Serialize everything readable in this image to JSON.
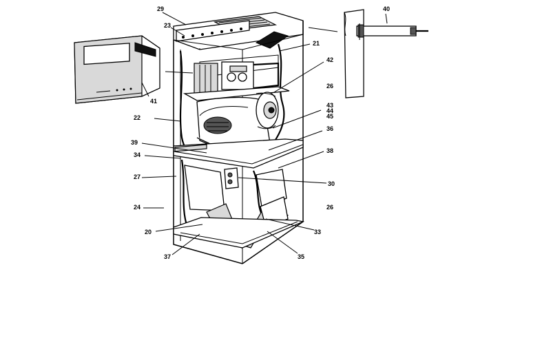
{
  "diagram": {
    "part_labels": [
      {
        "id": "n29",
        "text": "29"
      },
      {
        "id": "n23",
        "text": "23"
      },
      {
        "id": "n21",
        "text": "21"
      },
      {
        "id": "n42",
        "text": "42"
      },
      {
        "id": "n26a",
        "text": "26"
      },
      {
        "id": "n43",
        "text": "43"
      },
      {
        "id": "n44",
        "text": "44"
      },
      {
        "id": "n45",
        "text": "45"
      },
      {
        "id": "n36",
        "text": "36"
      },
      {
        "id": "n22",
        "text": "22"
      },
      {
        "id": "n39",
        "text": "39"
      },
      {
        "id": "n34",
        "text": "34"
      },
      {
        "id": "n38",
        "text": "38"
      },
      {
        "id": "n27",
        "text": "27"
      },
      {
        "id": "n30",
        "text": "30"
      },
      {
        "id": "n24",
        "text": "24"
      },
      {
        "id": "n26b",
        "text": "26"
      },
      {
        "id": "n20",
        "text": "20"
      },
      {
        "id": "n33",
        "text": "33"
      },
      {
        "id": "n37",
        "text": "37"
      },
      {
        "id": "n35",
        "text": "35"
      },
      {
        "id": "n41",
        "text": "41"
      },
      {
        "id": "n40",
        "text": "40"
      }
    ]
  }
}
